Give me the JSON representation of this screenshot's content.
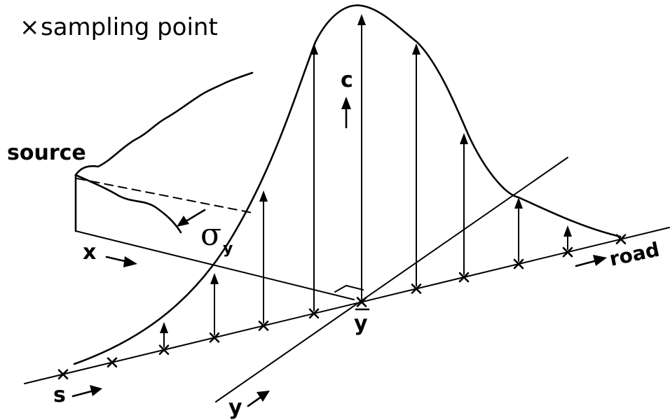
{
  "legend": {
    "marker": "×",
    "text": "sampling point"
  },
  "labels": {
    "source": "source",
    "concentration": "c",
    "sigma": "σ",
    "sigma_sub": "y",
    "x_axis": "x",
    "s_axis": "s",
    "y_axis": "y",
    "y_bar": "y",
    "road": "road"
  },
  "colors": {
    "ink": "#000000",
    "background": "#ffffff"
  }
}
